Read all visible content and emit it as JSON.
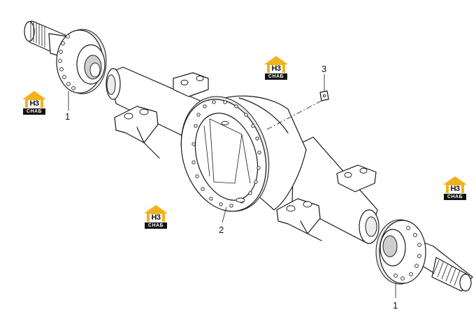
{
  "callouts": {
    "hub_top_left": "1",
    "housing": "2",
    "breather": "3",
    "hub_bottom_right": "1"
  },
  "watermark": {
    "mark": "H3",
    "band": "CHAБ",
    "roof_color": "#f2b21c"
  }
}
